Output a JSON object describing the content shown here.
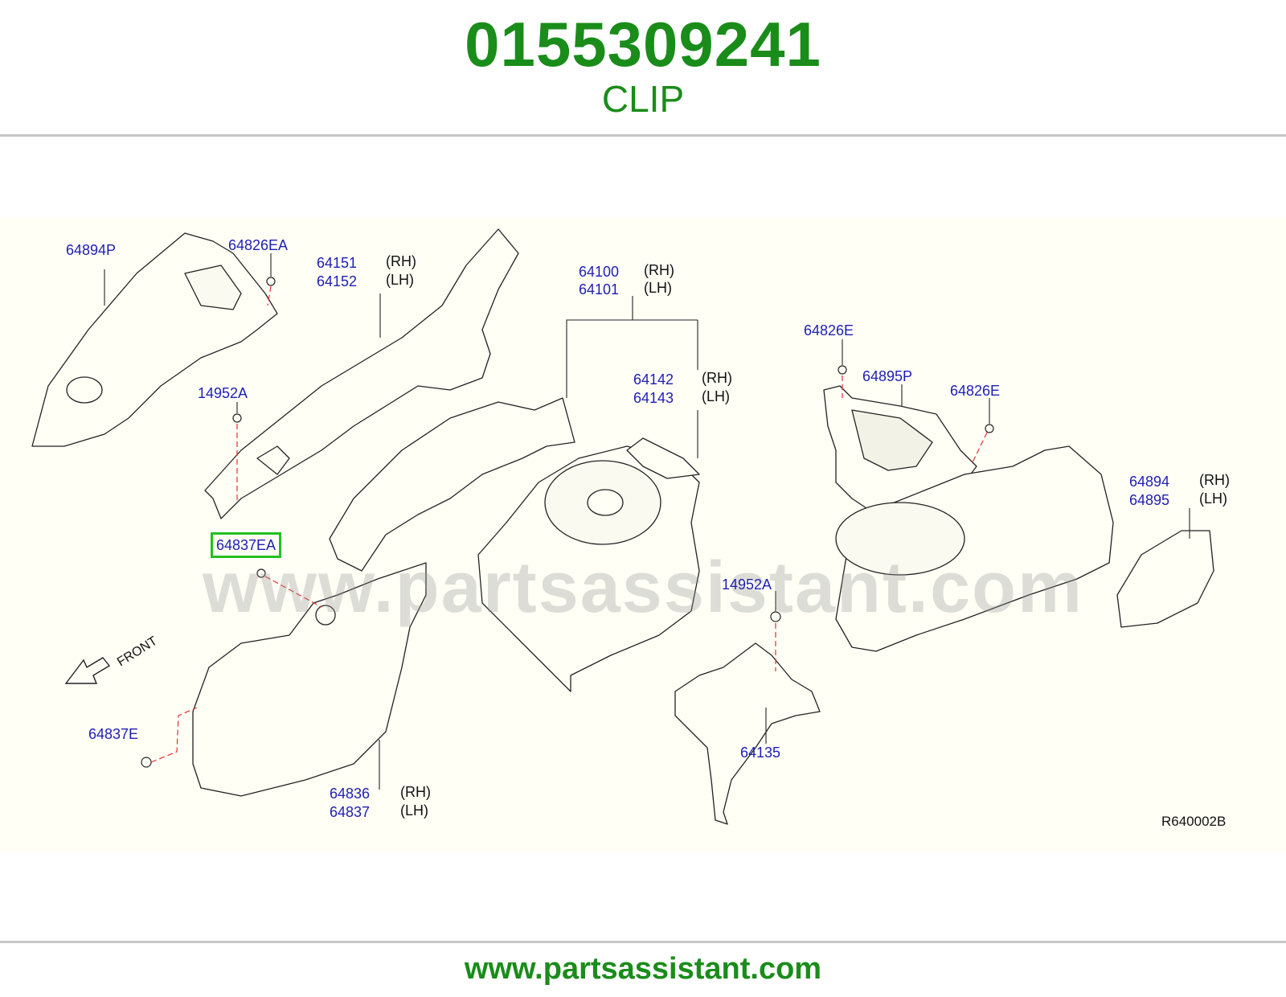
{
  "header": {
    "part_number": "0155309241",
    "description": "CLIP"
  },
  "footer": {
    "url": "www.partsassistant.com"
  },
  "watermark": "www.partsassistant.com",
  "diagram": {
    "reference_code": "R640002B",
    "front_label": "FRONT",
    "highlighted_part": "64837EA",
    "labels": {
      "p64894P": "64894P",
      "p64826EA": "64826EA",
      "p64151": "64151",
      "p64152": "64152",
      "p14952A_left": "14952A",
      "p64100": "64100",
      "p64101": "64101",
      "p64142": "64142",
      "p64143": "64143",
      "p64826E_top": "64826E",
      "p64895P": "64895P",
      "p64826E_right": "64826E",
      "p64894": "64894",
      "p64895": "64895",
      "p14952A_right": "14952A",
      "p64135": "64135",
      "p64837E": "64837E",
      "p64836": "64836",
      "p64837": "64837"
    },
    "sides": {
      "rh": "(RH)",
      "lh": "(LH)"
    }
  },
  "colors": {
    "brand_green": "#1a8c1a",
    "label_blue": "#1e1eb4",
    "highlight_green": "#22c11f"
  }
}
